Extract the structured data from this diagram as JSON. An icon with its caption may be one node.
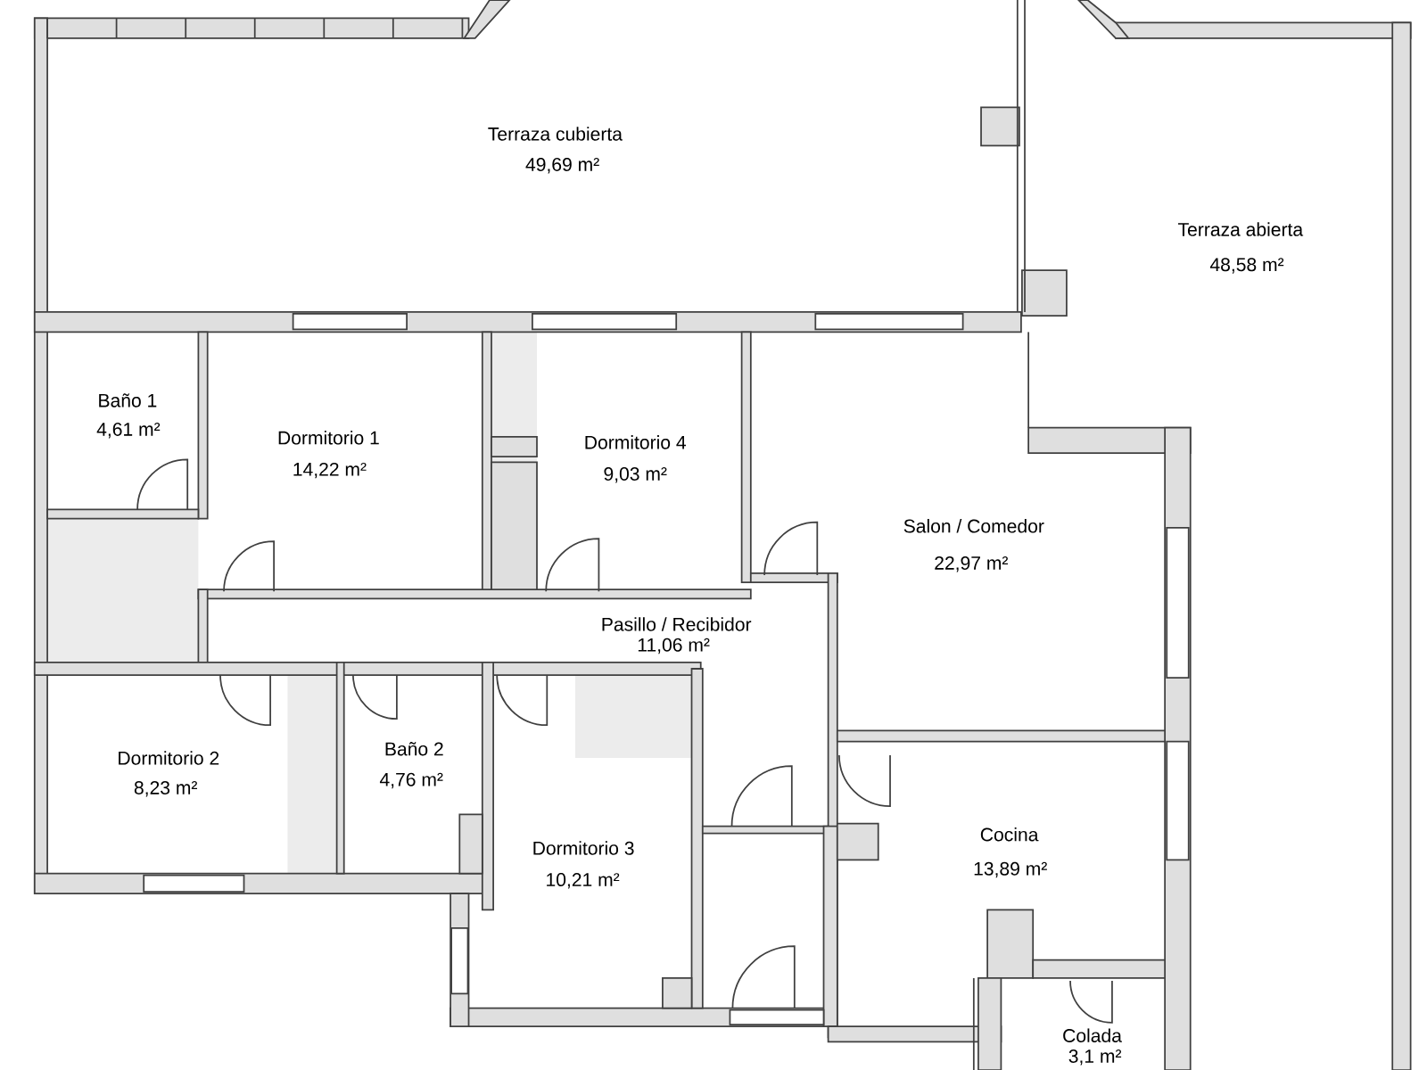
{
  "diagram": {
    "labels": [
      "Terraza cubierta",
      "49,69 m²",
      "Terraza abierta",
      "48,58 m²",
      "Baño 1",
      "4,61 m²",
      "Dormitorio 4",
      "Dormitorio 1",
      "9,03 m²",
      "14,22 m²",
      "Salon / Comedor",
      "22,97 m²",
      "Pasillo / Recibidor",
      "11,06 m²",
      "Baño 2",
      "Dormitorio 2",
      "4,76 m²",
      "8,23 m²",
      "Cocina",
      "Dormitorio 3",
      "13,89 m²",
      "10,21 m²",
      "Colada",
      "3,1 m²"
    ]
  }
}
